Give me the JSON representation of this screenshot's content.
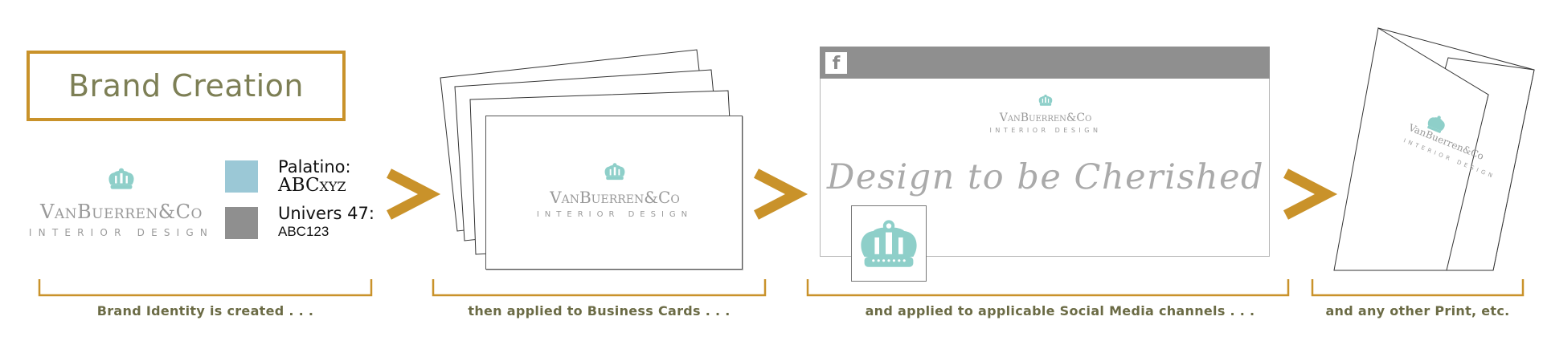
{
  "title": "Brand Creation",
  "brand": {
    "name": "VanBuerren & Co",
    "name_display": "VanBuerren&Co",
    "tagline_sub": "INTERIOR DESIGN",
    "crown_icon": "crown-icon"
  },
  "colors": {
    "accent_gold": "#c9922a",
    "title_olive": "#7d7f55",
    "caption_olive": "#6b6b45",
    "brand_teal": "#8ecfc9",
    "swatch_blue": "#9bc8d6",
    "swatch_grey": "#8f8f8f",
    "logo_grey": "#9a9a9a"
  },
  "typography": {
    "primary_label": "Palatino:",
    "primary_sample": "ABCxyz",
    "secondary_label": "Univers 47:",
    "secondary_sample": "ABC123"
  },
  "social": {
    "network_icon": "f",
    "tagline": "Design to be Cherished"
  },
  "steps": [
    {
      "caption": "Brand Identity is created . . ."
    },
    {
      "caption": "then applied to Business Cards . . ."
    },
    {
      "caption": "and applied to applicable Social Media channels . . ."
    },
    {
      "caption": "and any other Print, etc."
    }
  ]
}
